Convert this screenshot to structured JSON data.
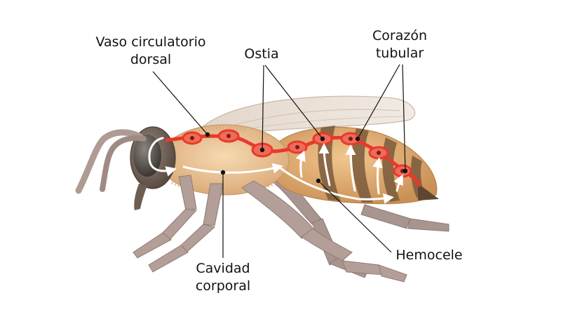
{
  "labels": {
    "vaso_line1": "Vaso circulatorio",
    "vaso_line2": "dorsal",
    "ostia": "Ostia",
    "corazon_line1": "Corazón",
    "corazon_line2": "tubular",
    "hemocele": "Hemocele",
    "cavidad_line1": "Cavidad",
    "cavidad_line2": "corporal"
  },
  "colors": {
    "vessel": "#e8392c",
    "ostium_fill": "#ef6a57",
    "body_thorax": "#f0c89a",
    "body_abdomen": "#e9b77c",
    "stripes": "#7a5a3c",
    "legs": "#a8908a",
    "wing": "#ebe1d8",
    "head": "#7a6a5e",
    "flow_arrows": "#ffffff",
    "leader_lines": "#111111"
  }
}
